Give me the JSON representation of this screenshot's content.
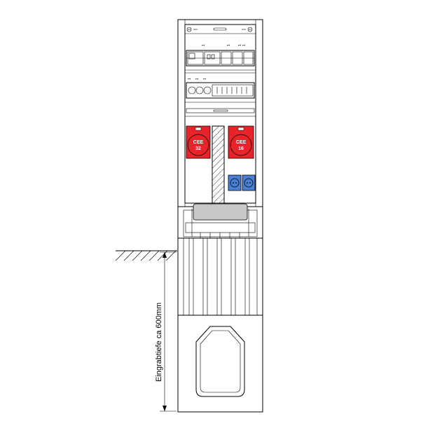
{
  "sockets": {
    "cee_32": {
      "label": "CEE",
      "rating": "32"
    },
    "cee_16": {
      "label": "CEE",
      "rating": "16"
    }
  },
  "dimension": {
    "label": "Eingrabtiefe ca 600mm"
  },
  "colors": {
    "cee_red": "#e8242a",
    "schuko_blue": "#4a7fd4",
    "gland_gray": "#c8c8c8"
  }
}
